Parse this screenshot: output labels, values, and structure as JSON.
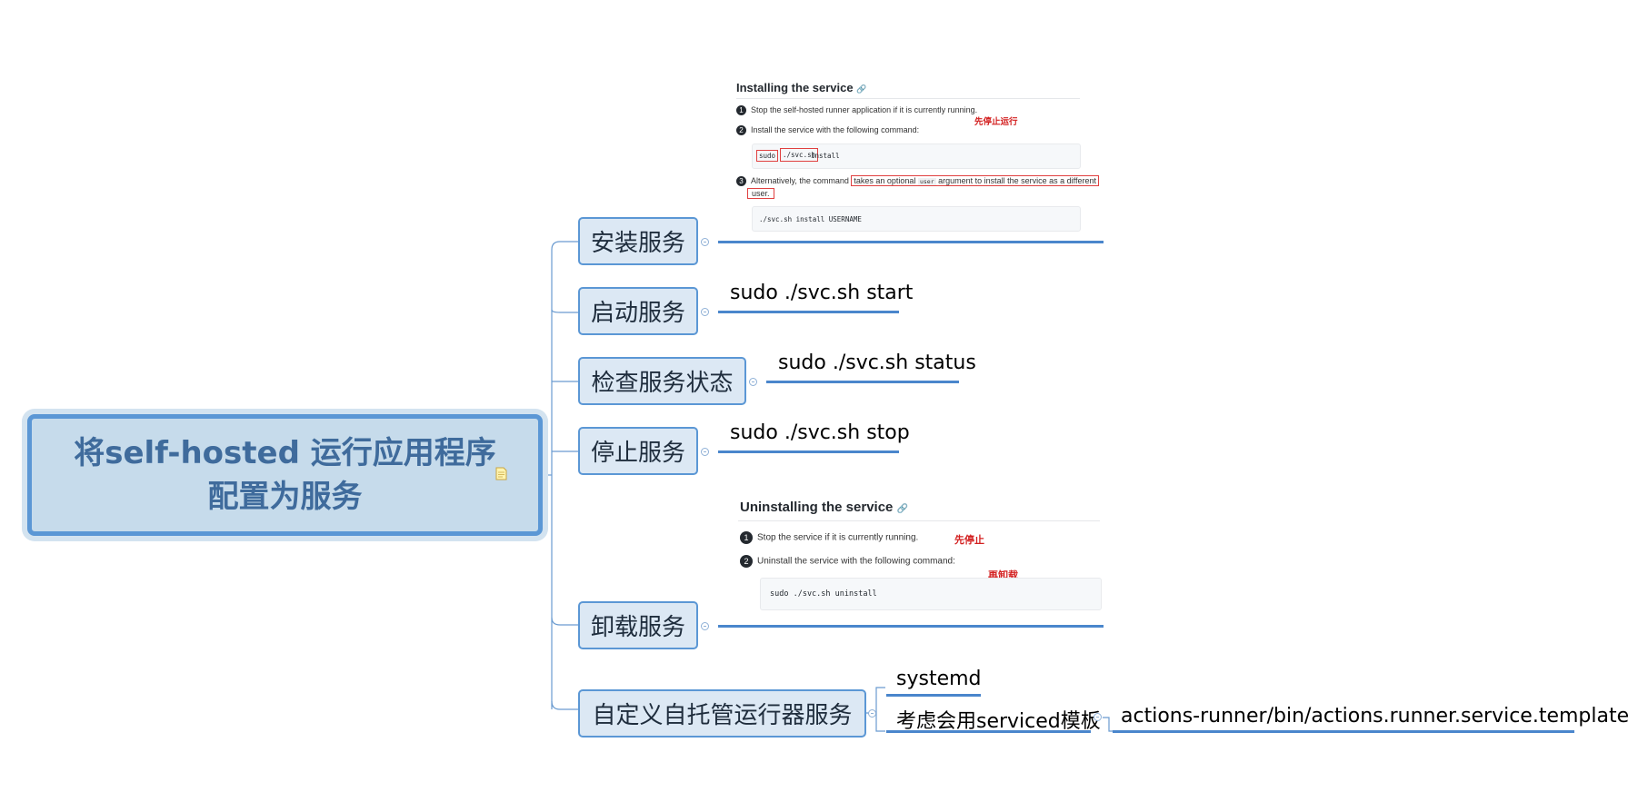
{
  "root": {
    "line1": "将self-hosted 运行应用程序",
    "line2": "配置为服务",
    "note_icon": "note-icon"
  },
  "topics": {
    "install": {
      "label": "安装服务"
    },
    "start": {
      "label": "启动服务",
      "leaf": "sudo ./svc.sh start"
    },
    "status": {
      "label": "检查服务状态",
      "leaf": "sudo ./svc.sh status"
    },
    "stop": {
      "label": "停止服务",
      "leaf": "sudo ./svc.sh stop"
    },
    "uninstall": {
      "label": "卸载服务"
    },
    "custom": {
      "label": "自定义自托管运行器服务",
      "leaf1": "systemd",
      "leaf2": "考虑会用serviced模板",
      "leaf2_child": "actions-runner/bin/actions.runner.service.template"
    }
  },
  "install_shot": {
    "title": "Installing the service",
    "step1": "Stop the self-hosted runner application if it is currently running.",
    "step2": "Install the service with the following command:",
    "cmd_sudo": "sudo",
    "cmd_svc": "./svc.sh",
    "cmd_rest": " install",
    "step3_a": "Alternatively, the command ",
    "step3_b": "takes an optional ",
    "step3_code": "user",
    "step3_c": " argument to install the service as a different",
    "step3_d": "user.",
    "cmd2": "./svc.sh install USERNAME",
    "annotation": "先停止运行",
    "num1": "1",
    "num2": "2",
    "num3": "3"
  },
  "uninstall_shot": {
    "title": "Uninstalling the service",
    "step1": "Stop the service if it is currently running.",
    "step2": "Uninstall the service with the following command:",
    "cmd": "sudo ./svc.sh uninstall",
    "annotation1": "先停止",
    "annotation2": "再卸载",
    "num1": "1",
    "num2": "2"
  },
  "colors": {
    "accent": "#5b97d5",
    "root_fill": "#c6dbeb",
    "topic_fill": "#dce8f4",
    "underline": "#4a86cc"
  }
}
